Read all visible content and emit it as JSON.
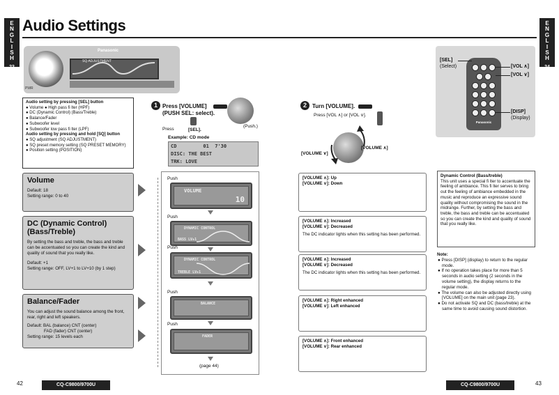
{
  "left_tab": {
    "letters": "E\nN\nG\nL\nI\nS\nH",
    "page": "23"
  },
  "right_tab": {
    "letters": "E\nN\nG\nL\nI\nS\nH",
    "page": "24"
  },
  "title": "Audio Settings",
  "headunit": {
    "brand": "Panasonic",
    "display_text": "SQ ADJUSTMENT",
    "power_label": "PWR"
  },
  "remote": {
    "brand": "Panasonic",
    "sel_label": "[SEL]",
    "sel_sub": "(Select)",
    "vol_up": "[VOL ∧]",
    "vol_down": "[VOL ∨]",
    "disp_label": "[DISP]",
    "disp_sub": "(Display)"
  },
  "summary": {
    "head1": "Audio setting by pressing [SEL] button",
    "items1": [
      "● Volume  ● High pass fi lter (HPF)",
      "● DC (Dynamic Control) (Bass/Treble)",
      "● Balance/Fader",
      "● Subwoofer level",
      "● Subwoofer low pass fi lter (LPF)"
    ],
    "head2": "Audio setting by pressing and hold [SQ] button",
    "items2": [
      "● SQ adjustment (SQ ADJUSTMENT)",
      "● SQ preset memory setting (SQ PRESET MEMORY)",
      "● Position setting (POSITION)"
    ]
  },
  "volume_box": {
    "heading": "Volume",
    "line1": "Default: 18",
    "line2": "Setting range: 0 to 40"
  },
  "dc_box": {
    "heading": "DC (Dynamic Control) (Bass/Treble)",
    "desc": "By setting the bass and treble, the bass and treble can be accentuated so you can create the kind and quality of sound that you really like.",
    "line1": "Default:  +1",
    "line2": "Setting range: OFF, LV+1 to LV+10 (by 1 step)"
  },
  "balance_box": {
    "heading": "Balance/Fader",
    "desc": "You can adjust the sound balance among the front, rear, right and left speakers.",
    "line1": "Default:  BAL (balance) CNT (center)",
    "line2": "FAD (fader) CNT (center)",
    "line3": "Setting range: 15 levels each"
  },
  "step1": {
    "num": "1",
    "line1": "Press [VOLUME]",
    "line2": "(PUSH SEL: select).",
    "press": "Press",
    "sel": "[SEL].",
    "push_caption": "(Push.)",
    "example": "Example: CD mode",
    "lcd_line1": "CD         01  7'30",
    "lcd_line2": "DISC: THE BEST",
    "lcd_line3": "TRK: LOVE",
    "push": "Push",
    "disp1_text": "VOLUME",
    "disp1_value": "10",
    "disp2_text": "DYNAMIC CONTROL",
    "disp2_sub": "BASS  LV+1",
    "disp3_text": "DYNAMIC CONTROL",
    "disp3_sub": "TREBLE LV+1",
    "disp4_text": "BALANCE",
    "disp5_text": "FADER",
    "page_ref": "(page 44)"
  },
  "step2": {
    "num": "2",
    "line1": "Turn [VOLUME].",
    "line2": "Press [VOL ∧] or [VOL ∨].",
    "vol_up": "[VOLUME ∧]",
    "vol_down": "[VOLUME ∨]"
  },
  "results": [
    {
      "l1": "[VOLUME ∧]: Up",
      "l2": "[VOLUME ∨]: Down",
      "note": ""
    },
    {
      "l1": "[VOLUME ∧]: Increased",
      "l2": "[VOLUME ∨]: Decreased",
      "note": "The DC indicator lights when this setting has been performed."
    },
    {
      "l1": "[VOLUME ∧]: Increased",
      "l2": "[VOLUME ∨]: Decreased",
      "note": "The DC indicator lights when this setting has been performed."
    },
    {
      "l1": "[VOLUME ∧]: Right enhanced",
      "l2": "[VOLUME ∨]: Left enhanced",
      "note": ""
    },
    {
      "l1": "[VOLUME ∧]: Front enhanced",
      "l2": "[VOLUME ∨]: Rear enhanced",
      "note": ""
    }
  ],
  "dynamic_control": {
    "heading": "Dynamic Control (Bass/treble)",
    "text": "This unit uses a special fi lter to accentuate the feeling of ambiance. This fi lter serves to bring out the feeling of ambiance embedded in the music and reproduce an expressive sound quality without compromising the sound in the midrange. Further, by setting the bass and treble, the bass and treble can be accentuated so you can create the kind and quality of sound that you really like."
  },
  "note": {
    "heading": "Note:",
    "items": [
      "● Press [DISP] (display) to return to the regular mode.",
      "● If no operation takes place for more than 5 seconds in audio setting (2 seconds in the volume setting), the display returns to the regular mode.",
      "● The volume can also be adjusted directly using [VOLUME] on the main unit (page 23).",
      "● Do not activate SQ and DC (bass/treble) at the same time to avoid causing sound distortion."
    ]
  },
  "footer": {
    "left_page": "42",
    "right_page": "43",
    "model": "CQ-C9800/9700U"
  }
}
